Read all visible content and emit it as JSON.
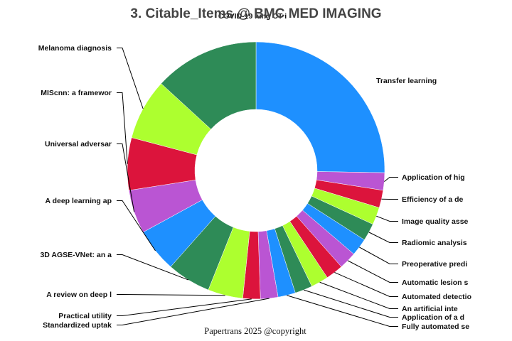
{
  "chart_data": {
    "type": "pie",
    "donut": true,
    "title": "3. Citable_Items @ BMC MED IMAGING",
    "footer": "Papertrans 2025 @copyright",
    "slices": [
      {
        "label": "Transfer learning",
        "value": 23,
        "color": "#1E90FF"
      },
      {
        "label": "Application of hig",
        "value": 2,
        "color": "#BA55D3"
      },
      {
        "label": "Efficiency of a de",
        "value": 2,
        "color": "#DC143C"
      },
      {
        "label": "Image quality asse",
        "value": 2,
        "color": "#ADFF2F"
      },
      {
        "label": "Radiomic analysis",
        "value": 2,
        "color": "#2E8B57"
      },
      {
        "label": "Preoperative predi",
        "value": 2,
        "color": "#1E90FF"
      },
      {
        "label": "Automatic lesion s",
        "value": 2,
        "color": "#BA55D3"
      },
      {
        "label": "Automated detectio",
        "value": 2,
        "color": "#DC143C"
      },
      {
        "label": "An artificial inte",
        "value": 2,
        "color": "#ADFF2F"
      },
      {
        "label": "Application of a d",
        "value": 2,
        "color": "#2E8B57"
      },
      {
        "label": "Fully automated se",
        "value": 2,
        "color": "#1E90FF"
      },
      {
        "label": "Standardized uptak",
        "value": 2,
        "color": "#BA55D3"
      },
      {
        "label": "Practical utility",
        "value": 2,
        "color": "#DC143C"
      },
      {
        "label": "A review on deep l",
        "value": 4,
        "color": "#ADFF2F"
      },
      {
        "label": "3D AGSE-VNet: an a",
        "value": 5,
        "color": "#2E8B57"
      },
      {
        "label": "A deep learning ap",
        "value": 5,
        "color": "#1E90FF"
      },
      {
        "label": "Universal adversar",
        "value": 5,
        "color": "#BA55D3"
      },
      {
        "label": "MIScnn: a framewor",
        "value": 6,
        "color": "#DC143C"
      },
      {
        "label": "Melanoma diagnosis",
        "value": 7,
        "color": "#ADFF2F"
      },
      {
        "label": "COVID-19 lung CT i",
        "value": 12,
        "color": "#2E8B57"
      }
    ]
  }
}
